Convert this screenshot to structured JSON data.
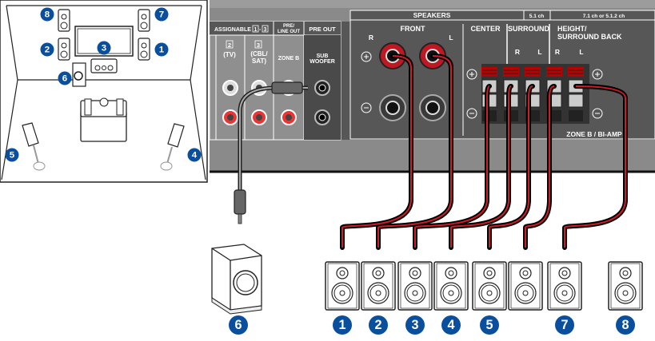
{
  "colors": {
    "panel_dark": "#555555",
    "panel_mid": "#8a8a8a",
    "panel_light": "#9a9a9a",
    "badge_blue": "#0a4f9e",
    "cable_red": "#d11a2a",
    "cable_black": "#000000"
  },
  "panel": {
    "group_assignable": "ASSIGNABLE",
    "assignable_range_a": "1",
    "assignable_range_b": "3",
    "group_pre_line_out_1": "PRE/",
    "group_pre_line_out_2": "LINE OUT",
    "group_pre_out": "PRE OUT",
    "jack_2_num": "2",
    "jack_2_label": "(TV)",
    "jack_3_num": "3",
    "jack_3_label_1": "(CBL/",
    "jack_3_label_2": "SAT)",
    "jack_zone_b": "ZONE B",
    "jack_sub_1": "SUB",
    "jack_sub_2": "WOOFER",
    "speakers_header": "SPEAKERS",
    "ch_51": "5.1 ch",
    "ch_71": "7.1 ch or 5.1.2 ch",
    "front": "FRONT",
    "front_r": "R",
    "front_l": "L",
    "center": "CENTER",
    "surround": "SURROUND",
    "height_1": "HEIGHT/",
    "height_2": "SURROUND BACK",
    "sur_r": "R",
    "sur_l": "L",
    "hgt_r": "R",
    "hgt_l": "L",
    "plus": "+",
    "minus": "−",
    "zone_b_biamp": "ZONE B / BI-AMP"
  },
  "room_badges": [
    "8",
    "7",
    "3",
    "2",
    "1",
    "6",
    "5",
    "4"
  ],
  "speaker_badges": [
    "6",
    "1",
    "2",
    "3",
    "4",
    "5",
    "7",
    "8"
  ]
}
